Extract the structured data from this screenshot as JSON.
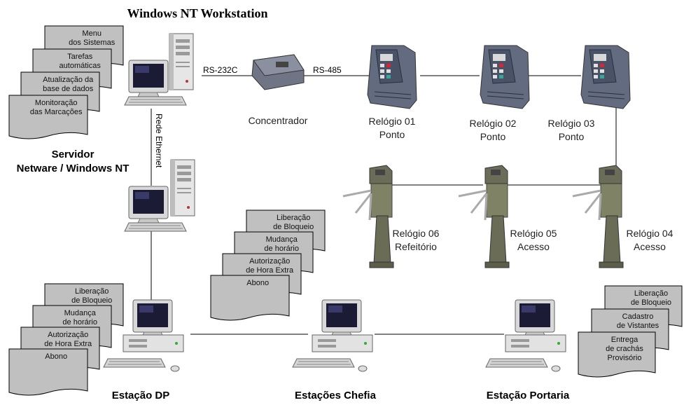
{
  "title": "Windows NT Workstation",
  "server": {
    "label_line1": "Servidor",
    "label_line2": "Netware / Windows NT",
    "docs": [
      [
        "Menu",
        "dos Sistemas"
      ],
      [
        "Tarefas",
        "automáticas"
      ],
      [
        "Atualização da",
        "base de dados"
      ],
      [
        "Monitoração",
        "das Marcações"
      ]
    ]
  },
  "links": {
    "rs232": "RS-232C",
    "rs485": "RS-485",
    "ethernet": "Rede Ethernet"
  },
  "concentrator": "Concentrador",
  "clocks": [
    [
      "Relógio 01",
      "Ponto"
    ],
    [
      "Relógio 02",
      "Ponto"
    ],
    [
      "Relógio 03",
      "Ponto"
    ]
  ],
  "turnstiles": [
    [
      "Relógio 06",
      "Refeitório"
    ],
    [
      "Relógio 05",
      "Acesso"
    ],
    [
      "Relógio 04",
      "Acesso"
    ]
  ],
  "chefia_docs": [
    [
      "Liberação",
      "de  Bloqueio"
    ],
    [
      "Mudança",
      "de horário"
    ],
    [
      "Autorização",
      "de Hora Extra"
    ],
    [
      "Abono"
    ]
  ],
  "dp_docs": [
    [
      "Liberação",
      "de  Bloqueio"
    ],
    [
      "Mudança",
      "de horário"
    ],
    [
      "Autorização",
      "de Hora Extra"
    ],
    [
      "Abono"
    ]
  ],
  "portaria_docs": [
    [
      "Liberação",
      "de  Bloqueio"
    ],
    [
      "Cadastro",
      "de Vistantes"
    ],
    [
      "Entrega",
      "de crachás",
      "Provisório"
    ]
  ],
  "stations": {
    "dp": "Estação DP",
    "chefia": "Estações Chefia",
    "portaria": "Estação Portaria"
  }
}
